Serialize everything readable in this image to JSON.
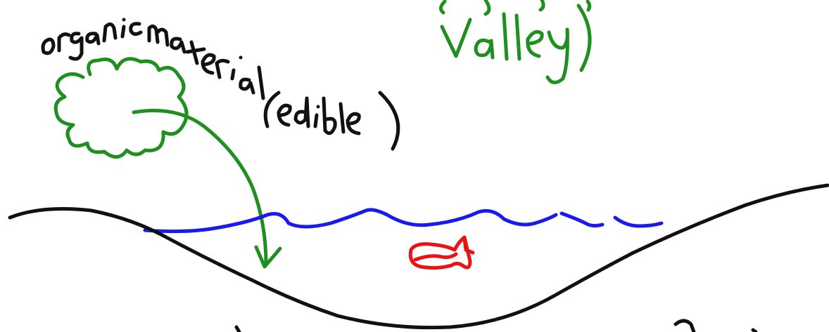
{
  "labels": {
    "organic": "organic material",
    "edible": "(edible)",
    "valley": "Valley)",
    "valley_partial": "(r g )"
  },
  "colors": {
    "background": "#ffffff",
    "black_ink": "#111111",
    "green_ink": "#1f8f1f",
    "blue_ink": "#1a1aee",
    "red_ink": "#ee1111"
  },
  "elements": {
    "tree": "tree-canopy",
    "arrow": "falling-arrow",
    "water": "water-surface",
    "fish": "fish",
    "ground": "valley-ground"
  }
}
